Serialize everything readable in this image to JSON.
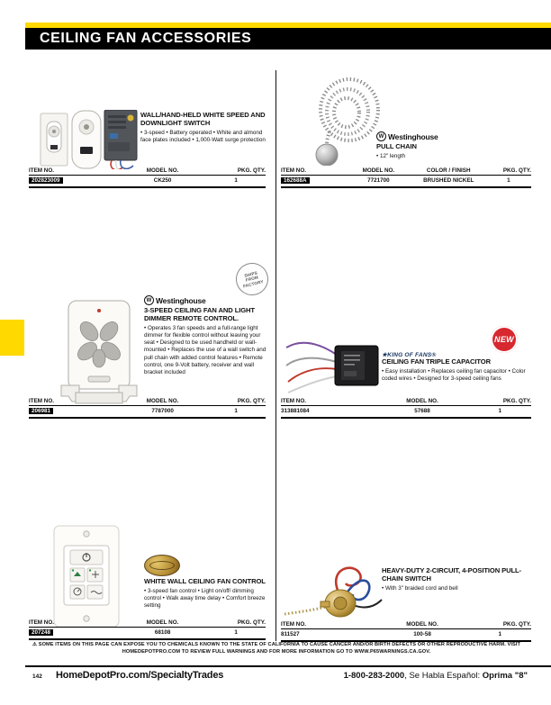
{
  "header": {
    "title": "CEILING FAN ACCESSORIES"
  },
  "colors": {
    "accent_yellow": "#FFD900",
    "new_red": "#D7282F"
  },
  "badges": {
    "ships": [
      "SHIPS",
      "FROM",
      "FACTORY"
    ],
    "new": "NEW"
  },
  "brands": {
    "westinghouse": "Westinghouse",
    "westinghouse_w": "W",
    "king_of_fans": "★KING OF FANS®"
  },
  "products": [
    {
      "title": "WALL/HAND-HELD WHITE SPEED AND DOWNLIGHT SWITCH",
      "bullets": "• 3-speed • Battery operated • White and almond face plates included • 1,000-Watt surge protection",
      "table": {
        "headers": [
          "ITEM NO.",
          "MODEL NO.",
          "PKG. QTY."
        ],
        "row": {
          "item": "202823009",
          "model": "CK250",
          "qty": "1"
        }
      }
    },
    {
      "title": "PULL CHAIN",
      "bullets": "• 12\" length",
      "table": {
        "headers": [
          "ITEM NO.",
          "MODEL NO.",
          "COLOR / FINISH",
          "PKG. QTY."
        ],
        "row": {
          "item": "162688A",
          "model": "7721700",
          "color": "BRUSHED NICKEL",
          "qty": "1"
        }
      }
    },
    {
      "title": "3-SPEED CEILING FAN AND LIGHT DIMMER REMOTE CONTROL.",
      "bullets": "• Operates 3 fan speeds and a full-range light dimmer for flexible control without leaving your seat • Designed to be used handheld or wall-mounted • Replaces the use of a wall switch and pull chain with added control features • Remote control, one 9-Volt battery, receiver and wall bracket included",
      "table": {
        "headers": [
          "ITEM NO.",
          "MODEL NO.",
          "PKG. QTY."
        ],
        "row": {
          "item": "206981",
          "model": "7787000",
          "qty": "1"
        }
      }
    },
    {
      "title": "CEILING FAN TRIPLE CAPACITOR",
      "bullets": "• Easy installation • Replaces ceiling fan capacitor • Color coded wires • Designed for 3-speed ceiling fans",
      "table": {
        "headers": [
          "ITEM NO.",
          "MODEL NO.",
          "PKG. QTY."
        ],
        "row": {
          "item": "313881084",
          "model": "57688",
          "qty": "1"
        }
      }
    },
    {
      "title": "WHITE WALL CEILING FAN CONTROL",
      "bullets": "• 3-speed fan control • Light on/off/ dimming control • Walk away time delay • Comfort breeze setting",
      "table": {
        "headers": [
          "ITEM NO.",
          "MODEL NO.",
          "PKG. QTY."
        ],
        "row": {
          "item": "207248",
          "model": "68108",
          "qty": "1"
        }
      }
    },
    {
      "title": "HEAVY-DUTY 2-CIRCUIT, 4-POSITION PULL-CHAIN SWITCH",
      "bullets": "• With 3\" braided cord and bell",
      "table": {
        "headers": [
          "ITEM NO.",
          "MODEL NO.",
          "PKG. QTY."
        ],
        "row": {
          "item": "811527",
          "model": "100-58",
          "qty": "1"
        }
      }
    }
  ],
  "footer": {
    "warning": "⚠ SOME ITEMS ON THIS PAGE CAN EXPOSE YOU TO CHEMICALS KNOWN TO THE STATE OF CALIFORNIA TO CAUSE CANCER AND/OR BIRTH DEFECTS OR OTHER REPRODUCTIVE HARM. VISIT HOMEDEPOTPRO.COM TO REVIEW FULL WARNINGS AND FOR MORE INFORMATION GO TO WWW.P65WARNINGS.CA.GOV.",
    "page_number": "142",
    "website": "HomeDepotPro.com/SpecialtyTrades",
    "phone": "1-800-283-2000",
    "phone_mid": ", Se Habla Español: ",
    "phone_bold": "Oprima \"8\""
  }
}
